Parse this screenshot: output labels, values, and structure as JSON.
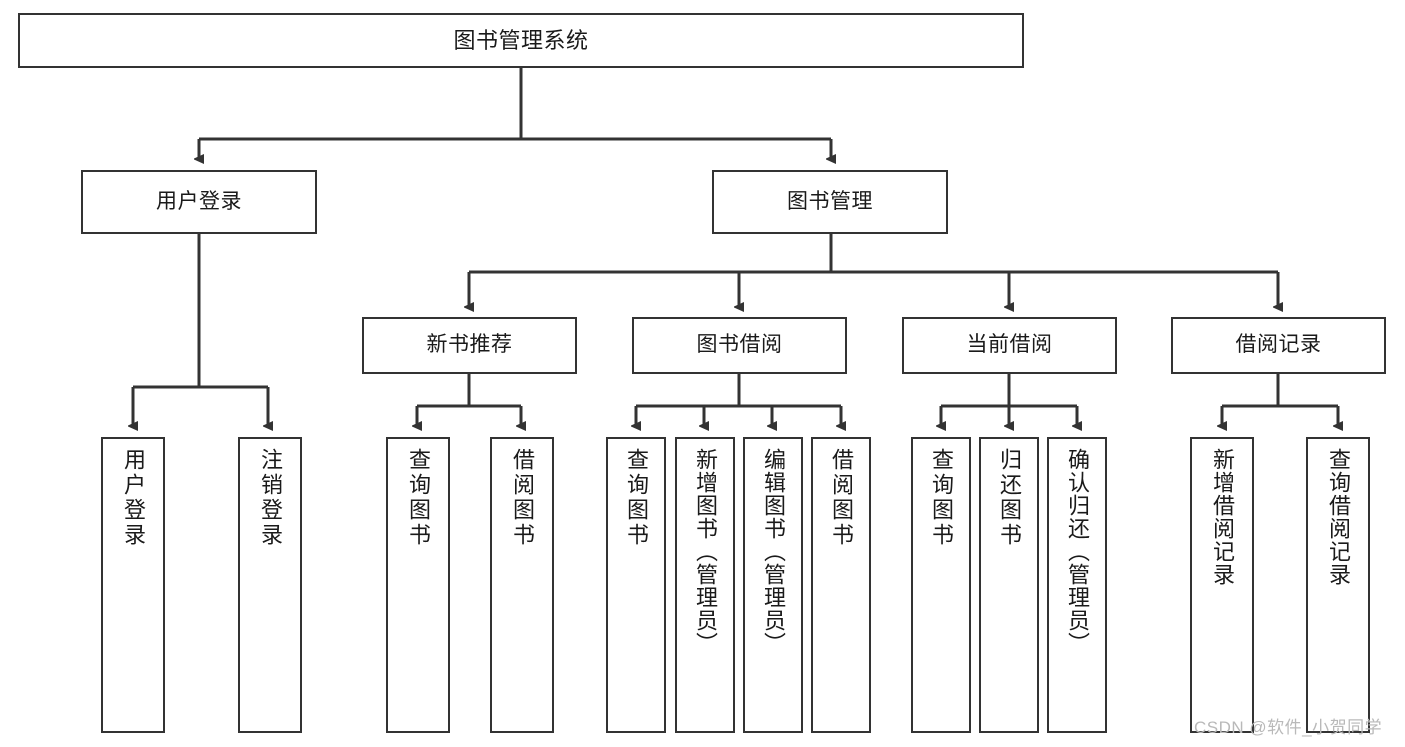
{
  "diagram": {
    "title": "图书管理系统",
    "type": "tree-hierarchy",
    "orientation": "top-down",
    "line_color": "#333333",
    "box_fill": "#ffffff",
    "box_border": "#333333",
    "watermark": "CSDN @软件_小贺同学"
  },
  "nodes": {
    "root": {
      "label": "图书管理系统"
    },
    "level2": [
      {
        "id": "user-login",
        "label": "用户登录"
      },
      {
        "id": "book-management",
        "label": "图书管理"
      }
    ],
    "level3": [
      {
        "id": "new-book-recommend",
        "label": "新书推荐"
      },
      {
        "id": "book-borrow",
        "label": "图书借阅"
      },
      {
        "id": "current-borrow",
        "label": "当前借阅"
      },
      {
        "id": "borrow-record",
        "label": "借阅记录"
      }
    ],
    "leaves": {
      "user-login": [
        {
          "id": "leaf-user-login",
          "label": "用户登录"
        },
        {
          "id": "leaf-logout",
          "label": "注销登录"
        }
      ],
      "new-book-recommend": [
        {
          "id": "leaf-query-book-1",
          "label": "查询图书"
        },
        {
          "id": "leaf-borrow-book-1",
          "label": "借阅图书"
        }
      ],
      "book-borrow": [
        {
          "id": "leaf-query-book-2",
          "label": "查询图书"
        },
        {
          "id": "leaf-add-book",
          "label": "新增图书（管理员）"
        },
        {
          "id": "leaf-edit-book",
          "label": "编辑图书（管理员）"
        },
        {
          "id": "leaf-borrow-book-2",
          "label": "借阅图书"
        }
      ],
      "current-borrow": [
        {
          "id": "leaf-query-book-3",
          "label": "查询图书"
        },
        {
          "id": "leaf-return-book",
          "label": "归还图书"
        },
        {
          "id": "leaf-confirm-return",
          "label": "确认归还（管理员）"
        }
      ],
      "borrow-record": [
        {
          "id": "leaf-add-record",
          "label": "新增借阅记录"
        },
        {
          "id": "leaf-query-record",
          "label": "查询借阅记录"
        }
      ]
    }
  }
}
